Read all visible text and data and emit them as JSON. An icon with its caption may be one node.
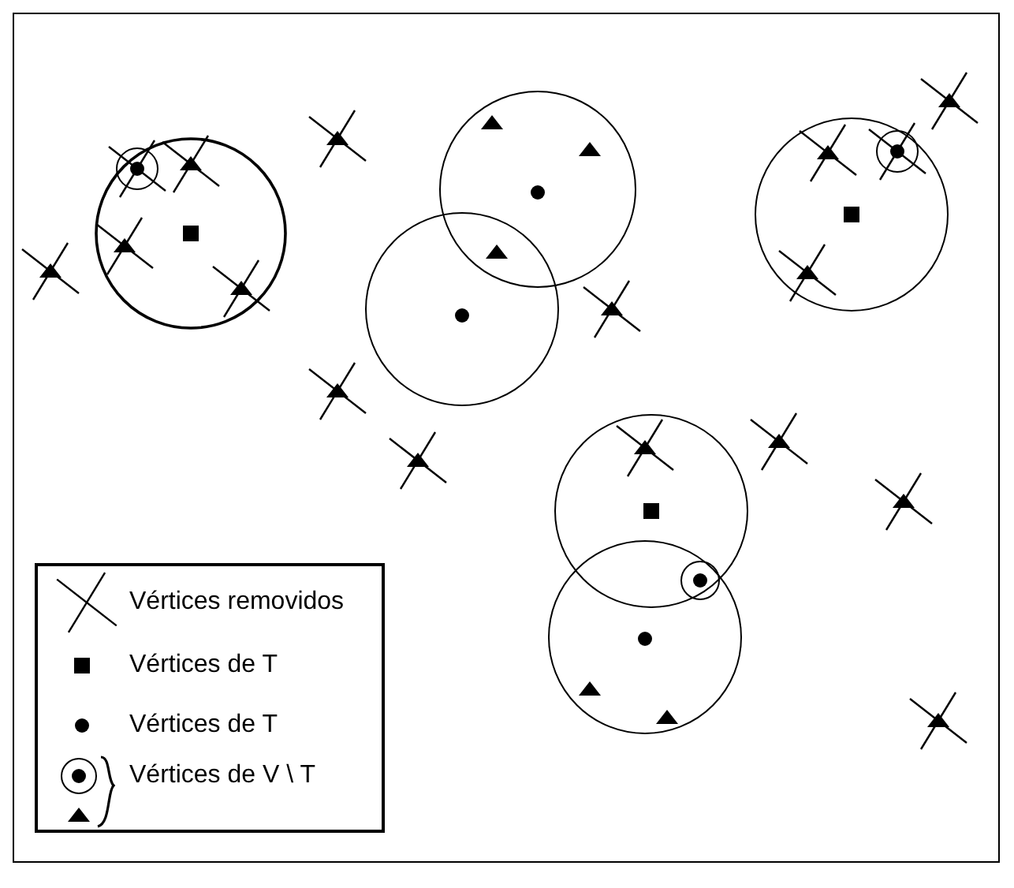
{
  "diagram": {
    "legend": [
      {
        "text": "Vértices removidos"
      },
      {
        "text": "Vértices de T"
      },
      {
        "text": "Vértices de T"
      },
      {
        "text": "Vértices de V \\ T"
      }
    ]
  }
}
